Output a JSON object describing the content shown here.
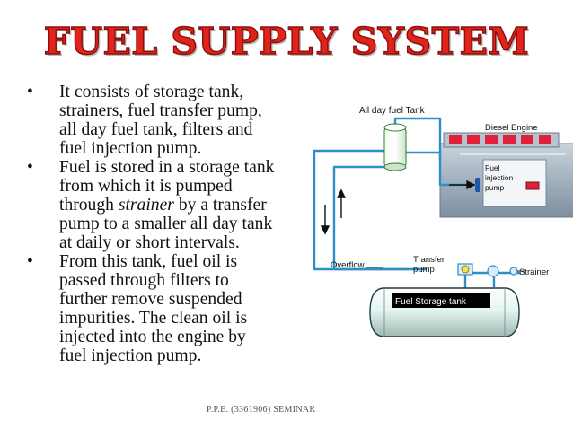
{
  "title": "FUEL SUPPLY SYSTEM",
  "bullets": [
    {
      "lines": [
        "It consists of storage tank,",
        "strainers, fuel transfer pump,",
        "all day fuel tank, filters and",
        "fuel injection pump."
      ]
    },
    {
      "line1": "Fuel is stored in a storage tank",
      "line2": "from which it is pumped",
      "line3_pre": "through ",
      "line3_em": "strainer",
      "line3_post": " by a transfer",
      "line4": "pump to a smaller all day tank",
      "line5": "at daily or short intervals."
    },
    {
      "lines": [
        "From this tank, fuel oil is",
        "passed through filters to",
        "further remove suspended",
        "impurities. The clean oil is",
        "injected into the engine by",
        "fuel injection pump."
      ]
    }
  ],
  "diagram": {
    "all_day_tank": "All day fuel Tank",
    "diesel_engine": "Diesel Engine",
    "fuel_injection_pump": [
      "Fuel",
      "injection",
      "pump"
    ],
    "overflow": "Overflow",
    "transfer_pump": [
      "Transfer",
      "pump"
    ],
    "strainer": "Strainer",
    "storage_tank": "Fuel Storage tank"
  },
  "colors": {
    "title": "#e2231a",
    "pipe": "#2e8fc7",
    "tank_fill": "#e8f6f3",
    "engine": "#8fa3b8"
  },
  "footer": "P.P.E. (3361906)   SEMINAR"
}
